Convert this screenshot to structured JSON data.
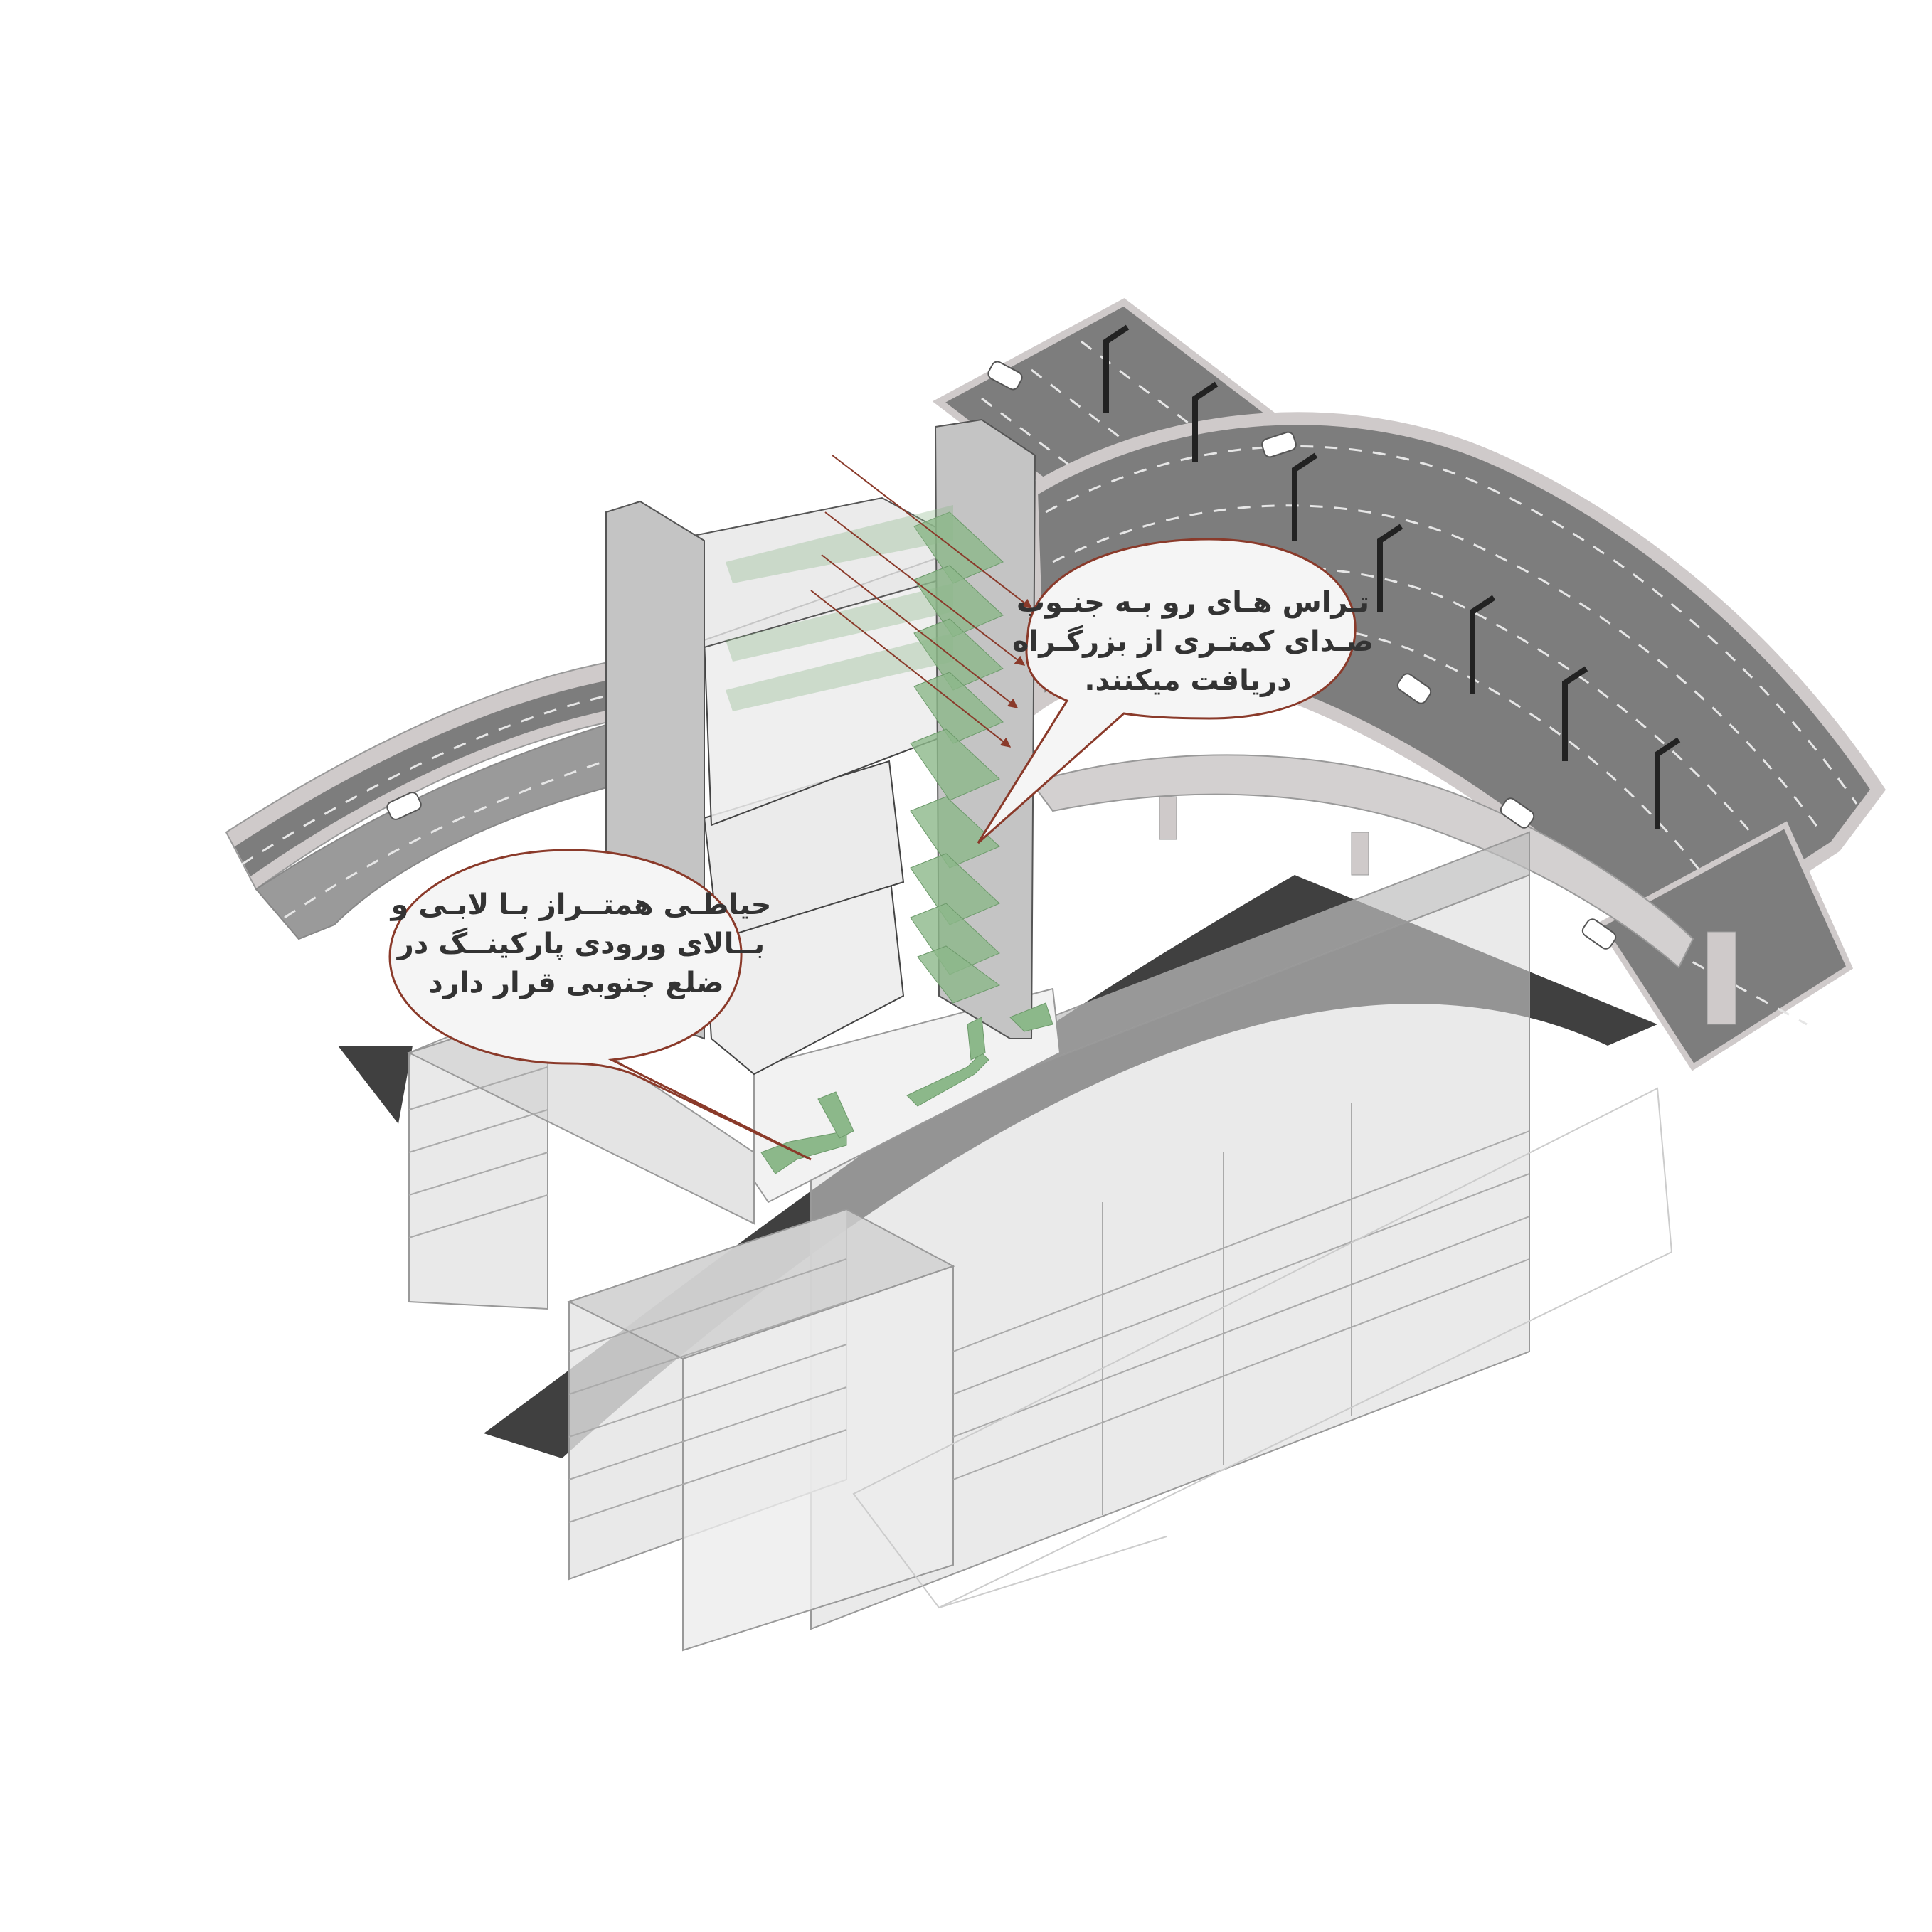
{
  "callouts": {
    "terraces": {
      "lines": [
        "تـراس هـای رو بـه جنـوب",
        "صـدای کمتـری از بزرگـراه",
        "دریافت میکنند."
      ]
    },
    "courtyard": {
      "lines": [
        "حیاطـی همتــراز بـا لابـی و",
        "بــالای ورودی پارکینــگ در",
        "ضلع جنوبی قرار دارد"
      ]
    }
  },
  "colors": {
    "callout_stroke": "#8a3a2a",
    "callout_fill": "#f5f5f5",
    "road_asphalt": "#7d7d7d",
    "road_edge": "#cfcaca",
    "terrace_green": "#8cb88a",
    "dark_shadow": "#404040",
    "translucent_volume": "#d9d9d9",
    "tower_core": "#c4c4c4",
    "sound_arrow": "#8a3a2a"
  }
}
